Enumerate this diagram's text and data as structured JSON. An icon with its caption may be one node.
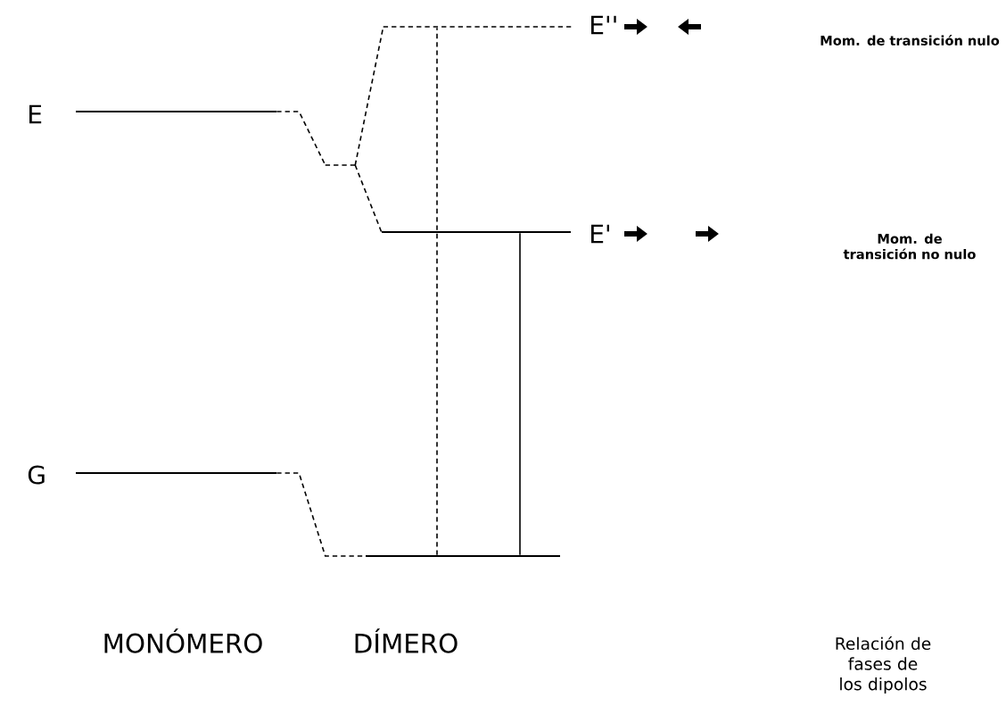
{
  "diagram": {
    "nodes": [
      {
        "text": [],
        "shape": "bar",
        "beside": [
          "E"
        ]
      },
      {
        "text": [],
        "shape": "bar",
        "beside": [
          "G"
        ]
      },
      {
        "text": [],
        "shape": "bar",
        "beside": [
          "E''"
        ]
      },
      {
        "text": [],
        "shape": "bar",
        "beside": [
          "E'"
        ]
      },
      {
        "text": [],
        "shape": "bar"
      },
      {
        "text": [],
        "shape": "bar"
      }
    ],
    "edges": [
      {
        "from": 0,
        "to": 5,
        "arrow": "none",
        "style": "dashed"
      },
      {
        "from": 5,
        "to": 2,
        "arrow": "none",
        "style": "dashed"
      },
      {
        "from": 5,
        "to": 3,
        "arrow": "none",
        "style": "dashed"
      },
      {
        "from": 1,
        "to": 4,
        "arrow": "none",
        "style": "dashed"
      },
      {
        "from": 4,
        "to": 2,
        "arrow": "none",
        "style": "dashed"
      },
      {
        "from": 4,
        "to": 3,
        "arrow": "none"
      }
    ],
    "labels": [
      "Mom. de transición nulo",
      "Mom. de transición no nulo",
      "MONÓMERO",
      "DÍMERO",
      "Relación de fases de los dipolos"
    ]
  }
}
